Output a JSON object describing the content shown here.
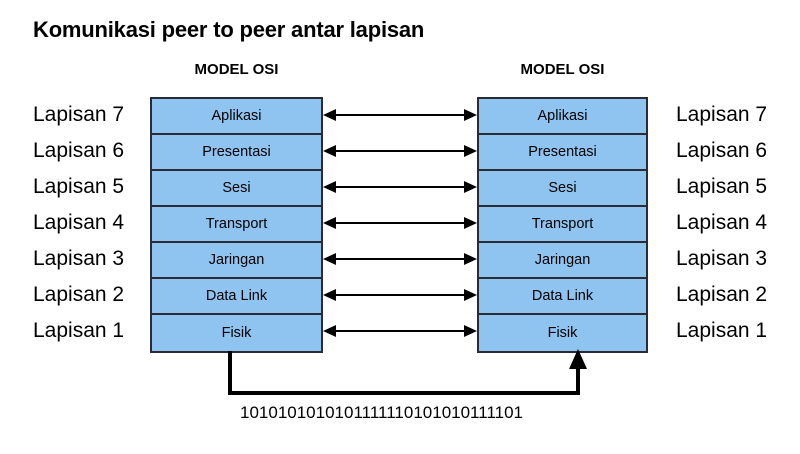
{
  "title": "Komunikasi peer to peer antar lapisan",
  "columns": {
    "left_header": "MODEL OSI",
    "right_header": "MODEL OSI"
  },
  "layers": [
    {
      "number": 7,
      "name": "Aplikasi",
      "left_label": "Lapisan 7",
      "right_label": "Lapisan 7"
    },
    {
      "number": 6,
      "name": "Presentasi",
      "left_label": "Lapisan 6",
      "right_label": "Lapisan 6"
    },
    {
      "number": 5,
      "name": "Sesi",
      "left_label": "Lapisan 5",
      "right_label": "Lapisan 5"
    },
    {
      "number": 4,
      "name": "Transport",
      "left_label": "Lapisan 4",
      "right_label": "Lapisan 4"
    },
    {
      "number": 3,
      "name": "Jaringan",
      "left_label": "Lapisan 3",
      "right_label": "Lapisan 3"
    },
    {
      "number": 2,
      "name": "Data Link",
      "left_label": "Lapisan 2",
      "right_label": "Lapisan 2"
    },
    {
      "number": 1,
      "name": "Fisik",
      "left_label": "Lapisan 1",
      "right_label": "Lapisan 1"
    }
  ],
  "binary_stream": "1010101010101111110101010111101",
  "colors": {
    "box_fill": "#8fc4f0",
    "box_border": "#2b2b35",
    "arrow": "#000000",
    "text": "#000000",
    "background": "#ffffff"
  }
}
